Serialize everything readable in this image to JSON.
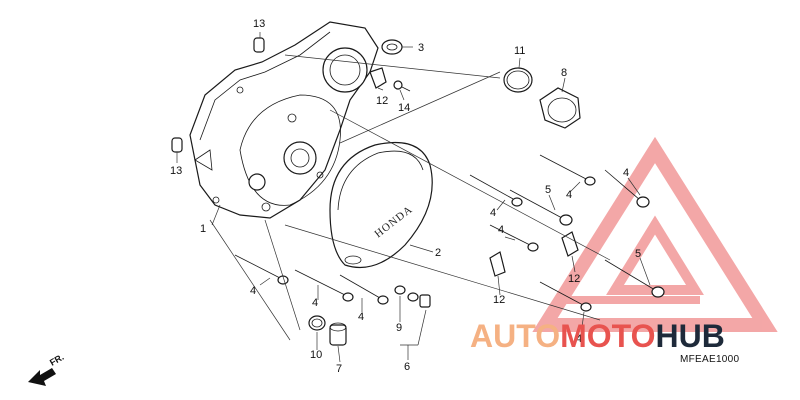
{
  "callouts": {
    "c1": "1",
    "c2": "2",
    "c3": "3",
    "c4a": "4",
    "c4b": "4",
    "c4c": "4",
    "c4d": "4",
    "c4e": "4",
    "c4f": "4",
    "c4g": "4",
    "c4h": "4",
    "c5a": "5",
    "c5b": "5",
    "c6": "6",
    "c7": "7",
    "c8": "8",
    "c9": "9",
    "c10": "10",
    "c11": "11",
    "c12a": "12",
    "c12b": "12",
    "c12c": "12",
    "c13a": "13",
    "c13b": "13",
    "c14": "14"
  },
  "cover_brand": "HONDA",
  "diagram_code": "MFEAE1000",
  "direction_label": "FR.",
  "watermark": {
    "part1": "AUTO",
    "part2": "MOTO",
    "part3": "HUB"
  },
  "colors": {
    "watermark_orange": "#f5b183",
    "watermark_red": "#e8534f",
    "watermark_dark": "#1e2a3a",
    "triangle": "#f08a8a"
  }
}
